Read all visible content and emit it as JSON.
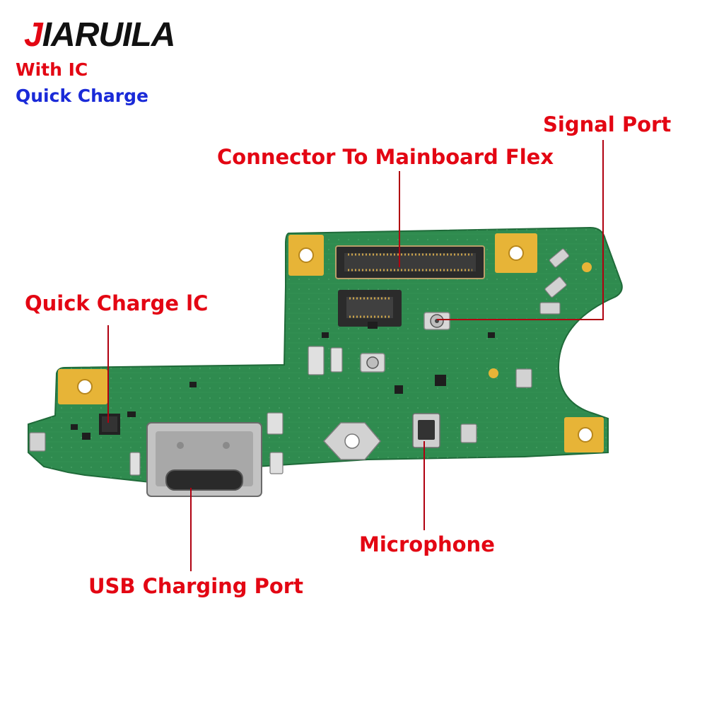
{
  "brand": {
    "name_first": "J",
    "name_rest": "IARUILA",
    "tag_ic": "With IC",
    "tag_quick_charge": "Quick Charge"
  },
  "labels": {
    "signal_port": "Signal Port",
    "connector": "Connector To Mainboard Flex",
    "quick_charge_ic": "Quick Charge lC",
    "microphone": "Microphone",
    "usb_port": "USB Charging Port"
  },
  "colors": {
    "label_red": "#e30613",
    "label_blue": "#1a2ad8",
    "pcb_green": "#2f8b4f",
    "gold_pad": "#e7b437"
  }
}
